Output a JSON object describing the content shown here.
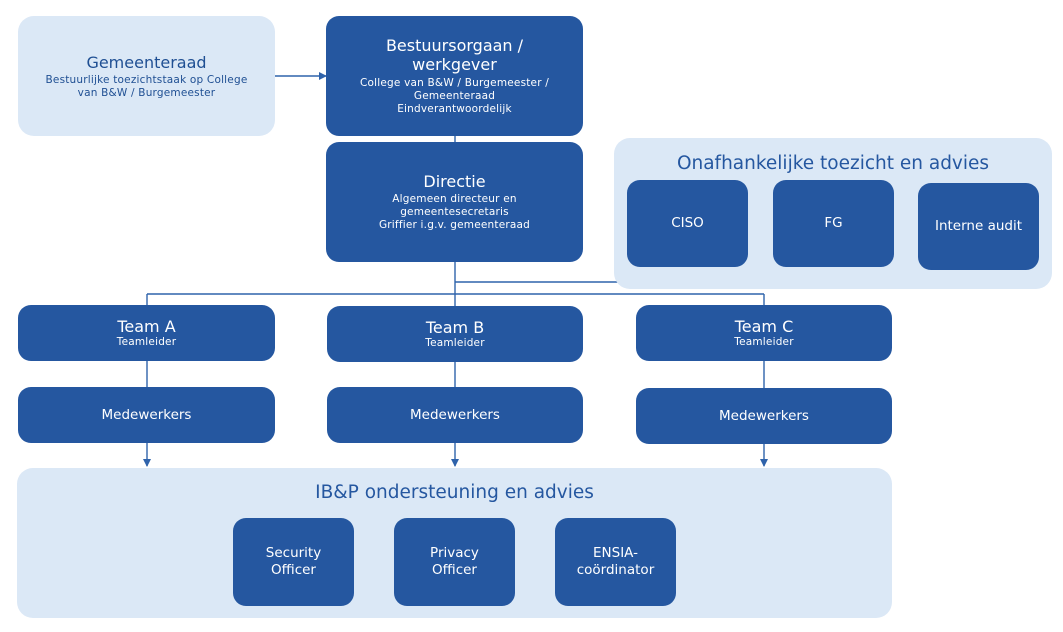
{
  "gemeenteraad": {
    "title": "Gemeenteraad",
    "lines": [
      "Bestuurlijke toezichtstaak op College",
      "van B&W / Burgemeester"
    ]
  },
  "bestuursorgaan": {
    "title": [
      "Bestuursorgaan /",
      "werkgever"
    ],
    "lines": [
      "College van B&W / Burgemeester /",
      "Gemeenteraad",
      "Eindverantwoordelijk"
    ]
  },
  "directie": {
    "title": "Directie",
    "lines": [
      "Algemeen directeur en",
      "gemeentesecretaris",
      "Griffier i.g.v. gemeenteraad"
    ]
  },
  "toezicht": {
    "title": "Onafhankelijke toezicht en advies",
    "items": [
      "CISO",
      "FG",
      "Interne audit"
    ]
  },
  "teams": [
    {
      "name": "Team A",
      "role": "Teamleider",
      "staff": "Medewerkers"
    },
    {
      "name": "Team B",
      "role": "Teamleider",
      "staff": "Medewerkers"
    },
    {
      "name": "Team C",
      "role": "Teamleider",
      "staff": "Medewerkers"
    }
  ],
  "ibp": {
    "title": "IB&P ondersteuning en advies",
    "items": [
      [
        "Security",
        "Officer"
      ],
      [
        "Privacy",
        "Officer"
      ],
      [
        "ENSIA-",
        "coördinator"
      ]
    ]
  },
  "colors": {
    "dark_box": "#2557a0",
    "light_panel": "#dbe8f6",
    "line": "#2f63ab"
  }
}
